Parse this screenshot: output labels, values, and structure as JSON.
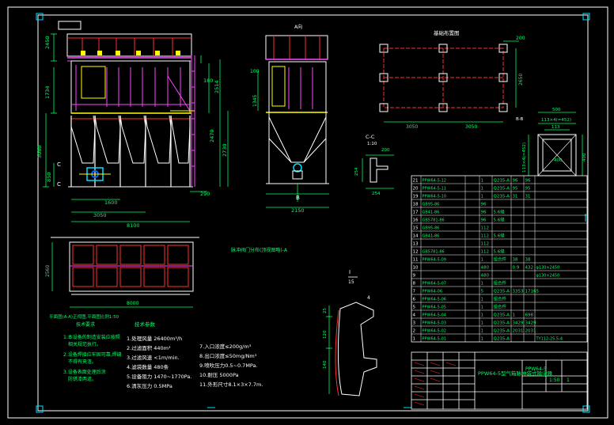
{
  "colors": {
    "background": "#000000",
    "frame": "#ffffff",
    "green": "#00ff66",
    "yellow": "#ffff00",
    "red": "#ff3030",
    "magenta": "#ff44ff",
    "cyan": "#00e0ff",
    "white": "#ffffff"
  },
  "front_view": {
    "top_dim": "2450",
    "left_dims": [
      "1734",
      "3080",
      "850"
    ],
    "right_dims": [
      "180",
      "2514",
      "2470",
      "2730"
    ],
    "bottom_dims": [
      "1600",
      "3050",
      "8100"
    ],
    "side_dim": "290"
  },
  "side_view": {
    "label": "A向",
    "dims": [
      "100",
      "1345",
      "2150"
    ],
    "marker": "B"
  },
  "plan_view": {
    "title": "基础布置图",
    "dims": [
      "200",
      "2650",
      "3050",
      "3050"
    ]
  },
  "section_cc": {
    "title": "C-C",
    "scale": "1:10",
    "dims": [
      "200",
      "254",
      "254"
    ]
  },
  "section_bb": {
    "dims": [
      "500",
      "113×4(=452)",
      "113",
      "400",
      "113×4(=452)",
      "400"
    ],
    "label": "B-B"
  },
  "mid_note": "脉冲阀门分布(顶视图略)-A",
  "bottom_view": {
    "dims": [
      "2560",
      "8000"
    ],
    "caption": "平面图(A-A)正视图,平面图比例1:50"
  },
  "detail": {
    "title": "Ⅰ",
    "scale": "15",
    "dims": [
      "4",
      "25",
      "120",
      "140"
    ]
  },
  "notes": {
    "title": "技术要求",
    "items": [
      "1.本设备的制造安装应按照",
      "相关规范执行。",
      "2.设备焊接应牢固可靠,焊缝",
      "不得有夹渣。",
      "3.设备表面处理后涂",
      "防锈漆两道。"
    ]
  },
  "specs": {
    "title": "技术参数",
    "col1": [
      "1.处理风量 26400m³/h",
      "2.过滤面积 440m²",
      "3.过滤风速 <1m/min.",
      "4.滤袋数量 480条",
      "5.设备阻力 1470~1770Pa.",
      "6.清灰压力 0.5MPa"
    ],
    "col2": [
      "7.入口浓度≤200g/m³",
      "8.出口浓度≤50mg/Nm³",
      "9.喷吹压力0.5~0.7MPa.",
      "10.耐压 5000Pa",
      "11.外形尺寸8.1×3×7.7m."
    ]
  },
  "bom": [
    {
      "no": "21",
      "code": "PPW64-5-12",
      "name": "",
      "qty": "1",
      "mat": "Q235-A",
      "w1": "96",
      "w2": "96",
      "note": ""
    },
    {
      "no": "20",
      "code": "PPW64-5-11",
      "name": "",
      "qty": "1",
      "mat": "Q235-A",
      "w1": "95",
      "w2": "95",
      "note": ""
    },
    {
      "no": "19",
      "code": "PPW64-5-10",
      "name": "",
      "qty": "1",
      "mat": "Q235-A",
      "w1": "31",
      "w2": "31",
      "note": ""
    },
    {
      "no": "18",
      "code": "GB95-86",
      "name": "",
      "qty": "96",
      "mat": "",
      "w1": "",
      "w2": "",
      "note": ""
    },
    {
      "no": "17",
      "code": "GB41-86",
      "name": "",
      "qty": "96",
      "mat": "5.6级",
      "w1": "",
      "w2": "",
      "note": ""
    },
    {
      "no": "16",
      "code": "GB5781-86",
      "name": "",
      "qty": "96",
      "mat": "5.6级",
      "w1": "",
      "w2": "",
      "note": ""
    },
    {
      "no": "15",
      "code": "GB95-86",
      "name": "",
      "qty": "112",
      "mat": "",
      "w1": "",
      "w2": "",
      "note": ""
    },
    {
      "no": "14",
      "code": "GB41-86",
      "name": "",
      "qty": "112",
      "mat": "5.6级",
      "w1": "",
      "w2": "",
      "note": ""
    },
    {
      "no": "13",
      "code": "",
      "name": "",
      "qty": "112",
      "mat": "",
      "w1": "",
      "w2": "",
      "note": ""
    },
    {
      "no": "12",
      "code": "GB5781-86",
      "name": "",
      "qty": "112",
      "mat": "5.6级",
      "w1": "",
      "w2": "",
      "note": ""
    },
    {
      "no": "11",
      "code": "PPW64-5-09",
      "name": "",
      "qty": "1",
      "mat": "组合件",
      "w1": "38",
      "w2": "38",
      "note": ""
    },
    {
      "no": "10",
      "code": "",
      "name": "",
      "qty": "480",
      "mat": "",
      "w1": "0.9",
      "w2": "432",
      "note": "φ130×2450"
    },
    {
      "no": "9",
      "code": "",
      "name": "",
      "qty": "480",
      "mat": "",
      "w1": "",
      "w2": "",
      "note": "φ130×2450"
    },
    {
      "no": "8",
      "code": "PPW64-5-07",
      "name": "",
      "qty": "1",
      "mat": "组合件",
      "w1": "",
      "w2": "",
      "note": ""
    },
    {
      "no": "7",
      "code": "PPW64-06",
      "name": "",
      "qty": "5",
      "mat": "Q235-A",
      "w1": "3353",
      "w2": "17165",
      "note": ""
    },
    {
      "no": "6",
      "code": "PPW64-5-06",
      "name": "",
      "qty": "1",
      "mat": "组合件",
      "w1": "",
      "w2": "",
      "note": ""
    },
    {
      "no": "5",
      "code": "PPW64-5-05",
      "name": "",
      "qty": "1",
      "mat": "组合件",
      "w1": "",
      "w2": "",
      "note": ""
    },
    {
      "no": "4",
      "code": "PPW64-5-04",
      "name": "",
      "qty": "1",
      "mat": "Q235-A",
      "w1": "1",
      "w2": "698",
      "note": ""
    },
    {
      "no": "3",
      "code": "PPW64-5-03",
      "name": "",
      "qty": "1",
      "mat": "Q235-A",
      "w1": "3429",
      "w2": "3429",
      "note": ""
    },
    {
      "no": "2",
      "code": "PPW64-5-02",
      "name": "",
      "qty": "1",
      "mat": "Q235-A",
      "w1": "2031",
      "w2": "2031",
      "note": ""
    },
    {
      "no": "1",
      "code": "PPW64-5-01",
      "name": "",
      "qty": "1",
      "mat": "Q235-A",
      "w1": "",
      "w2": "",
      "note": "TY112-25.5-4"
    }
  ],
  "title_block": {
    "drawing_name": "PPW64-5型气箱脉冲袋式除尘器",
    "drawing_no": "PPW64-5",
    "scale": "1:50",
    "sheet": "1",
    "weight": "",
    "company": ""
  }
}
